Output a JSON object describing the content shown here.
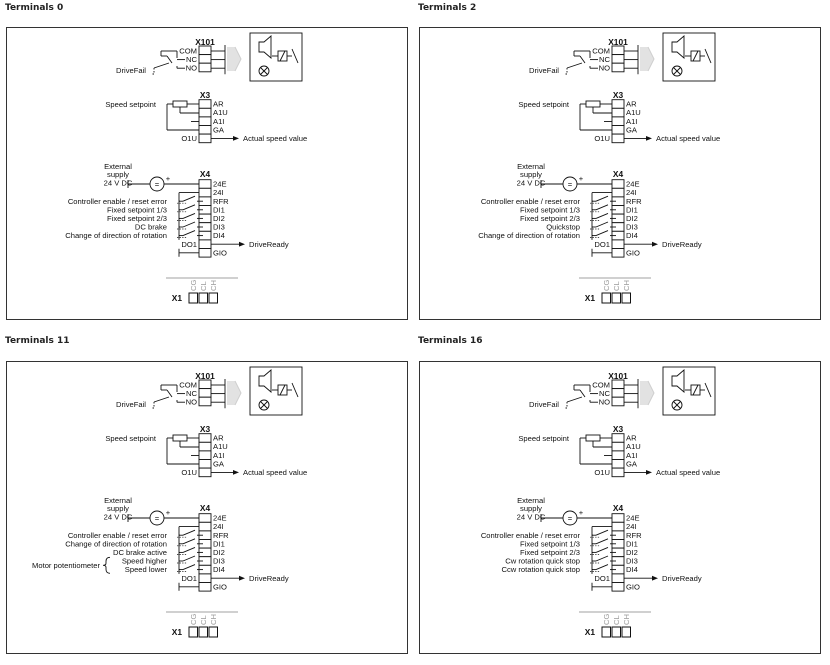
{
  "panels": [
    {
      "title": "Terminals 0",
      "x101": {
        "label": "X101",
        "pins": [
          "COM",
          "NC",
          "NO"
        ],
        "signal": "DriveFail"
      },
      "x3": {
        "label": "X3",
        "pins": [
          "AR",
          "A1U",
          "A1I",
          "GA",
          "O1U"
        ],
        "input": "Speed setpoint",
        "output": "Actual speed value"
      },
      "x4": {
        "label": "X4",
        "supply": [
          "External",
          "supply",
          "24 V DC"
        ],
        "supply_symbol": "=",
        "plus": "+",
        "pins": [
          "24E",
          "24I",
          "RFR",
          "DI1",
          "DI2",
          "DI3",
          "DI4",
          "DO1",
          "GIO"
        ],
        "inputs": [
          "Controller enable / reset error",
          "Fixed setpoint 1/3",
          "Fixed setpoint 2/3",
          "DC brake",
          "Change of direction of rotation"
        ],
        "group_label": "",
        "output": "DriveReady"
      },
      "x1": {
        "label": "X1",
        "pins": [
          "CG",
          "CL",
          "CH"
        ]
      }
    },
    {
      "title": "Terminals 2",
      "x101": {
        "label": "X101",
        "pins": [
          "COM",
          "NC",
          "NO"
        ],
        "signal": "DriveFail"
      },
      "x3": {
        "label": "X3",
        "pins": [
          "AR",
          "A1U",
          "A1I",
          "GA",
          "O1U"
        ],
        "input": "Speed setpoint",
        "output": "Actual speed value"
      },
      "x4": {
        "label": "X4",
        "supply": [
          "External",
          "supply",
          "24 V DC"
        ],
        "supply_symbol": "=",
        "plus": "+",
        "pins": [
          "24E",
          "24I",
          "RFR",
          "DI1",
          "DI2",
          "DI3",
          "DI4",
          "DO1",
          "GIO"
        ],
        "inputs": [
          "Controller enable / reset error",
          "Fixed setpoint 1/3",
          "Fixed setpoint 2/3",
          "Quickstop",
          "Change of direction of rotation"
        ],
        "group_label": "",
        "output": "DriveReady"
      },
      "x1": {
        "label": "X1",
        "pins": [
          "CG",
          "CL",
          "CH"
        ]
      }
    },
    {
      "title": "Terminals 11",
      "x101": {
        "label": "X101",
        "pins": [
          "COM",
          "NC",
          "NO"
        ],
        "signal": "DriveFail"
      },
      "x3": {
        "label": "X3",
        "pins": [
          "AR",
          "A1U",
          "A1I",
          "GA",
          "O1U"
        ],
        "input": "Speed setpoint",
        "output": "Actual speed value"
      },
      "x4": {
        "label": "X4",
        "supply": [
          "External",
          "supply",
          "24 V DC"
        ],
        "supply_symbol": "=",
        "plus": "+",
        "pins": [
          "24E",
          "24I",
          "RFR",
          "DI1",
          "DI2",
          "DI3",
          "DI4",
          "DO1",
          "GIO"
        ],
        "inputs": [
          "Controller enable / reset error",
          "Change of direction of rotation",
          "DC brake active",
          "Speed higher",
          "Speed lower"
        ],
        "group_label": "Motor potentiometer",
        "output": "DriveReady"
      },
      "x1": {
        "label": "X1",
        "pins": [
          "CG",
          "CL",
          "CH"
        ]
      }
    },
    {
      "title": "Terminals 16",
      "x101": {
        "label": "X101",
        "pins": [
          "COM",
          "NC",
          "NO"
        ],
        "signal": "DriveFail"
      },
      "x3": {
        "label": "X3",
        "pins": [
          "AR",
          "A1U",
          "A1I",
          "GA",
          "O1U"
        ],
        "input": "Speed setpoint",
        "output": "Actual speed value"
      },
      "x4": {
        "label": "X4",
        "supply": [
          "External",
          "supply",
          "24 V DC"
        ],
        "supply_symbol": "=",
        "plus": "+",
        "pins": [
          "24E",
          "24I",
          "RFR",
          "DI1",
          "DI2",
          "DI3",
          "DI4",
          "DO1",
          "GIO"
        ],
        "inputs": [
          "Controller enable / reset error",
          "Fixed setpoint 1/3",
          "Fixed setpoint 2/3",
          "Cw rotation quick stop",
          "Ccw rotation quick stop"
        ],
        "group_label": "",
        "output": "DriveReady"
      },
      "x1": {
        "label": "X1",
        "pins": [
          "CG",
          "CL",
          "CH"
        ]
      }
    }
  ],
  "colors": {
    "line": "#111111",
    "arrow_fill": "#e2e2e2",
    "x1_gray": "#9a9a9a",
    "frame": "#333333"
  }
}
